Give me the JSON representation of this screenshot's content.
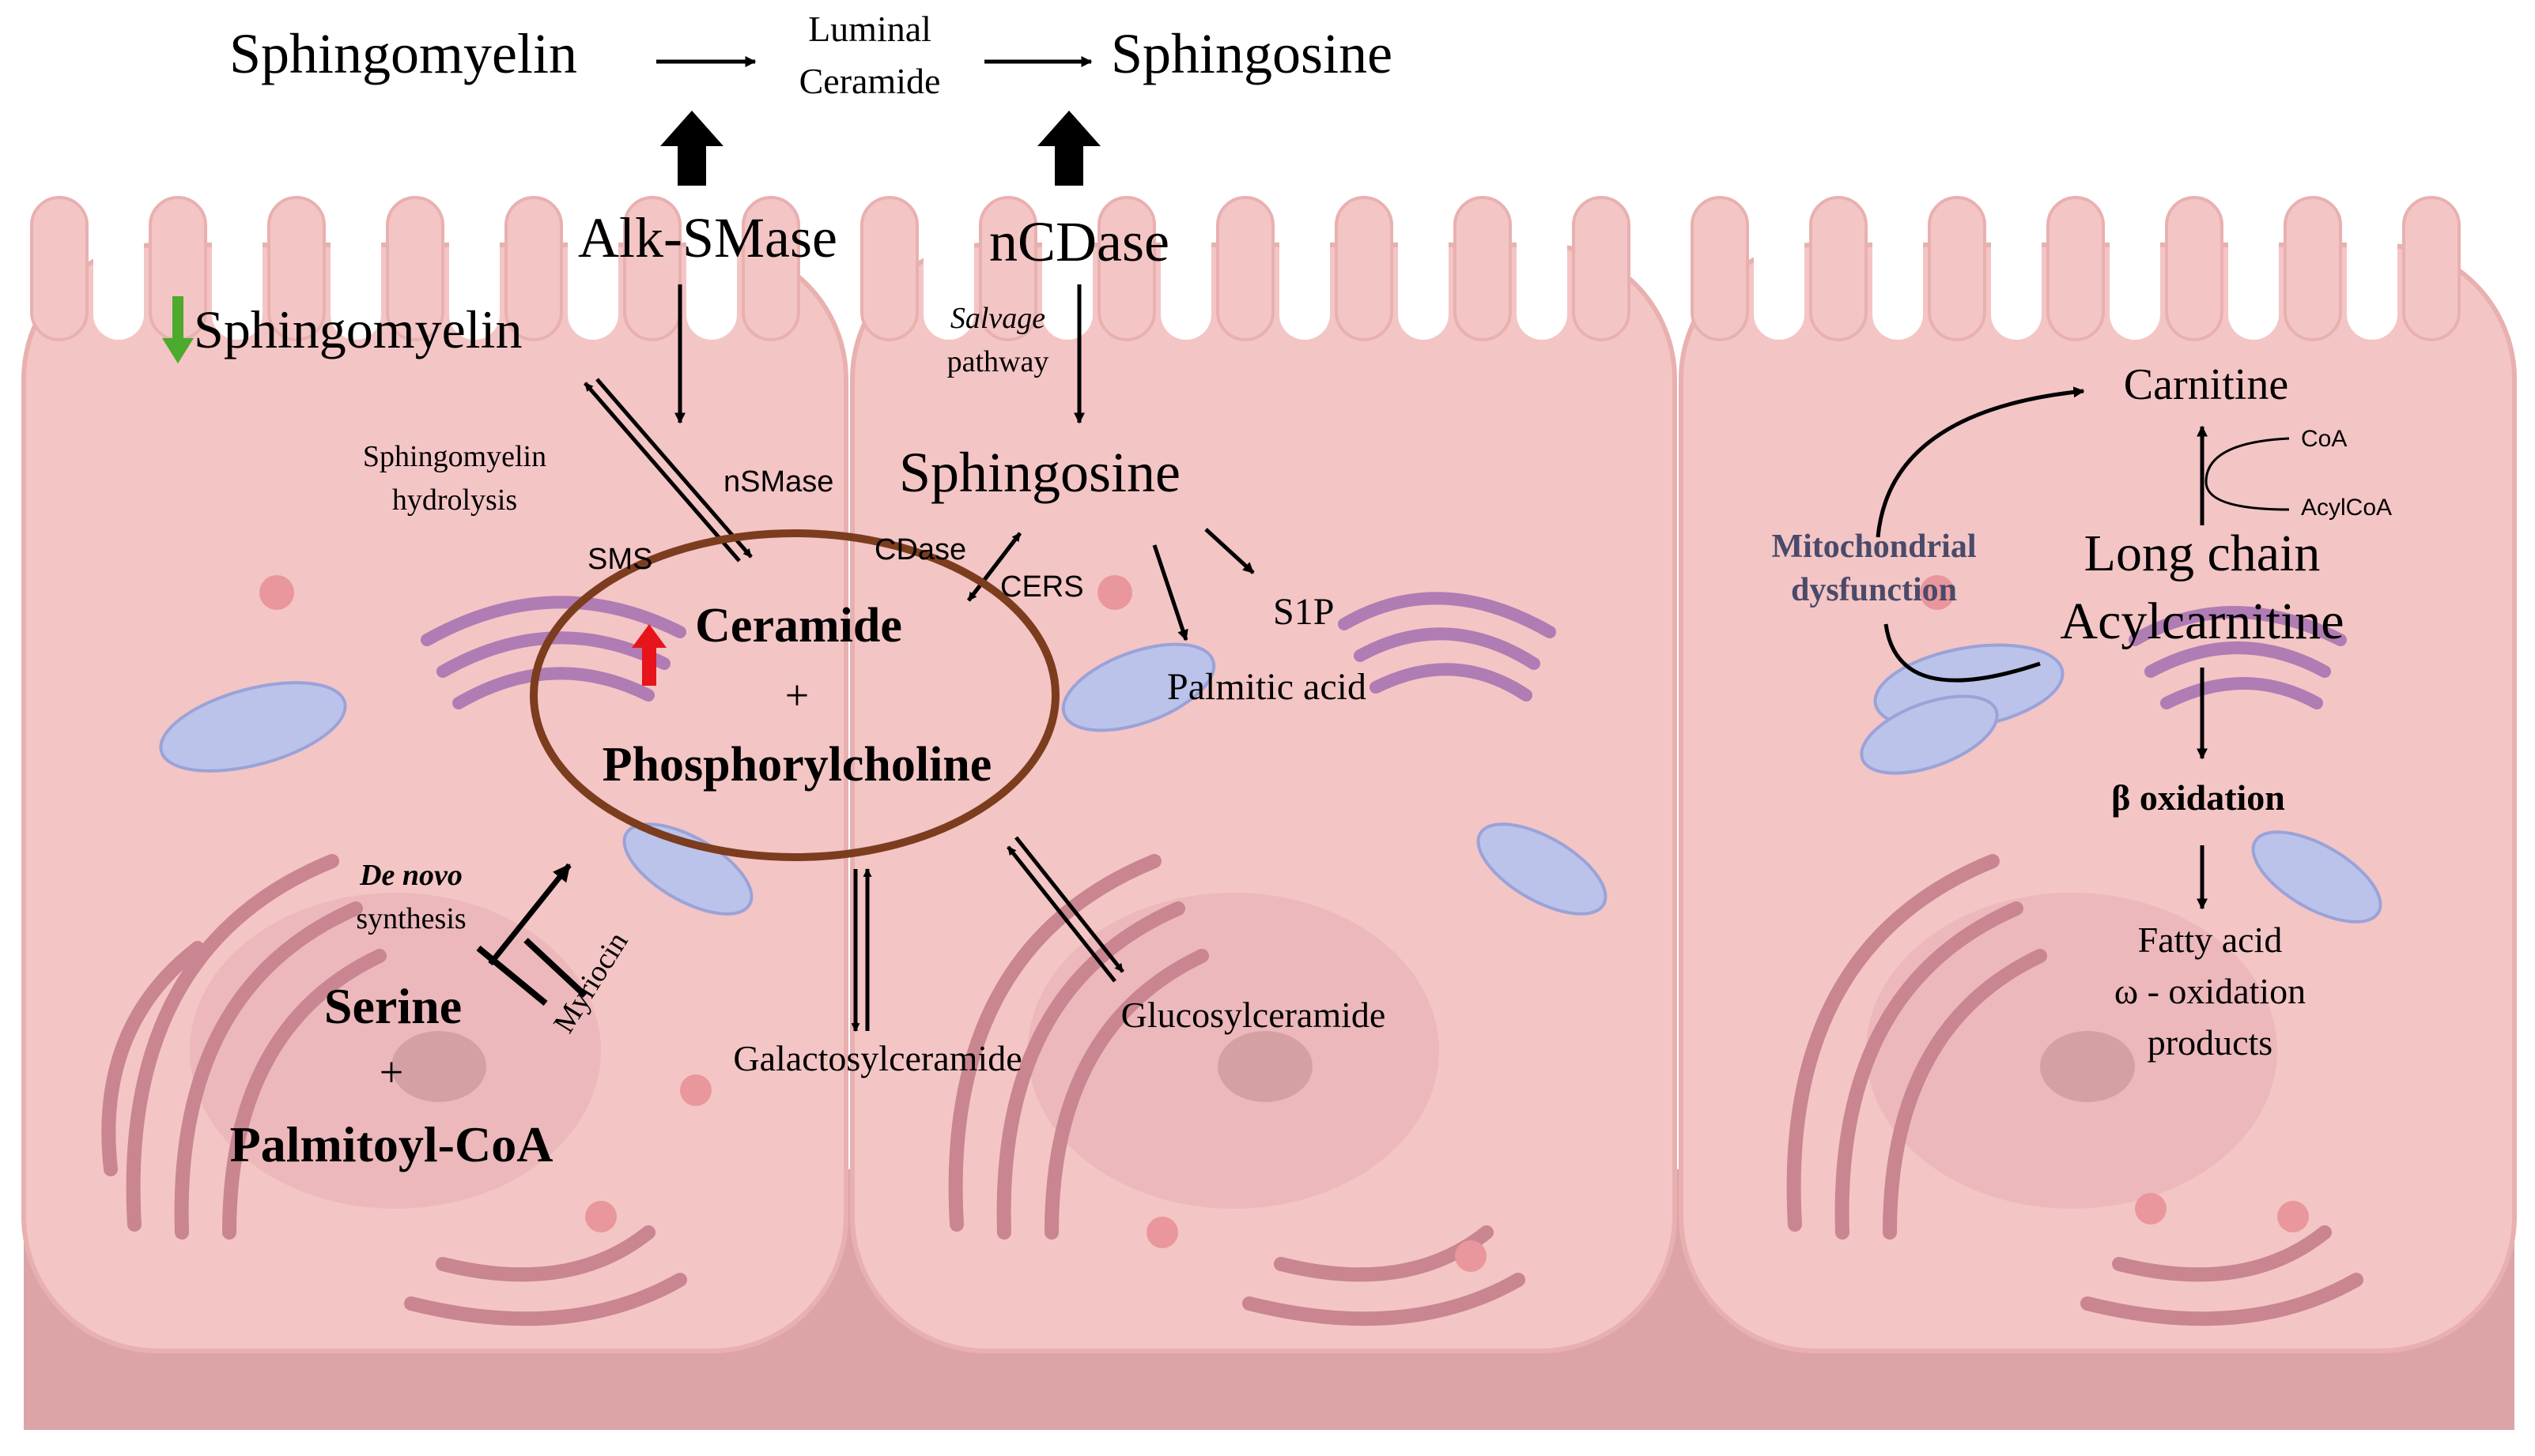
{
  "top_pathway": {
    "sphingomyelin": "Sphingomyelin",
    "luminal_ceramide_line1": "Luminal",
    "luminal_ceramide_line2": "Ceramide",
    "sphingosine": "Sphingosine",
    "alk_smase": "Alk-SMase",
    "ncdase": "nCDase"
  },
  "cell_left": {
    "sphingomyelin": "Sphingomyelin",
    "sm_hydrolysis_line1": "Sphingomyelin",
    "sm_hydrolysis_line2": "hydrolysis",
    "nsmase": "nSMase",
    "sms": "SMS",
    "ceramide": "Ceramide",
    "plus": "+",
    "phosphorylcholine": "Phosphorylcholine",
    "de_novo_line1": "De novo",
    "de_novo_line2": "synthesis",
    "myriocin": "Myriocin",
    "serine": "Serine",
    "plus2": "+",
    "palmitoyl_coa": "Palmitoyl-CoA",
    "galactosylceramide": "Galactosylceramide"
  },
  "cell_middle": {
    "salvage_line1": "Salvage",
    "salvage_line2": "pathway",
    "sphingosine": "Sphingosine",
    "cdase": "CDase",
    "cers": "CERS",
    "s1p": "S1P",
    "palmitic_acid": "Palmitic acid",
    "glucosylceramide": "Glucosylceramide"
  },
  "cell_right": {
    "carnitine": "Carnitine",
    "coa": "CoA",
    "acylcoa": "AcylCoA",
    "mito_line1": "Mitochondrial",
    "mito_line2": "dysfunction",
    "long_chain_line1": "Long chain",
    "long_chain_line2": "Acylcarnitine",
    "beta_oxidation": "β oxidation",
    "fatty_acid_line1": "Fatty acid",
    "fatty_acid_line2": "ω - oxidation",
    "fatty_acid_line3": "products"
  },
  "colors": {
    "cell_fill": "#f4c5c5",
    "cell_edge": "#e9b0b0",
    "base_band": "#dca4a6",
    "golgi": "#b07cb4",
    "mitochondria": "#bcc3ea",
    "er": "#c98590",
    "ellipse_stroke": "#7b3d1e",
    "up_arrow": "#e8141b",
    "down_arrow": "#4caa2d"
  }
}
